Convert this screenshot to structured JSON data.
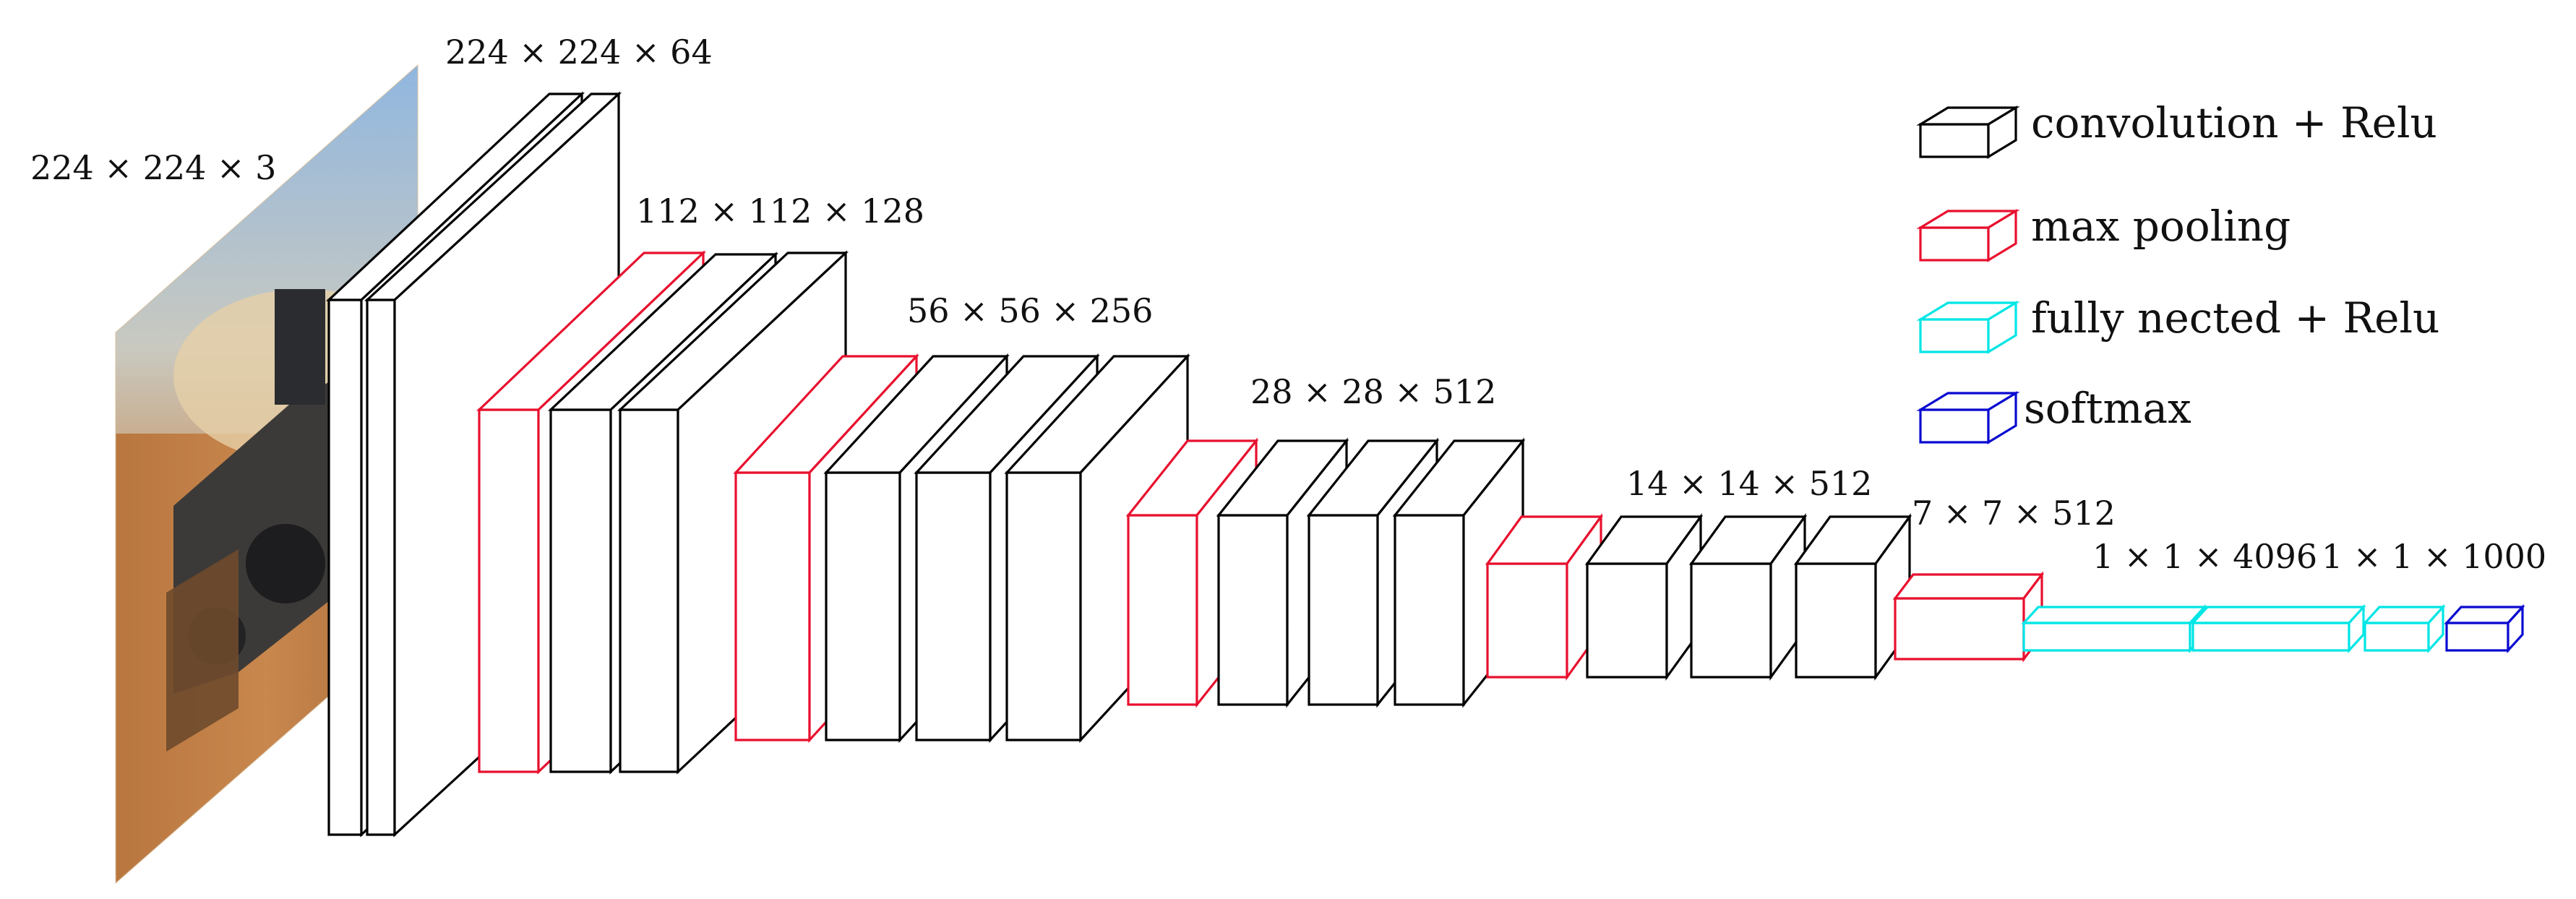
{
  "colors": {
    "conv": "#000000",
    "pool": "#e8102e",
    "fc": "#00e5e5",
    "softmax": "#0a0ad0",
    "background": "#ffffff"
  },
  "input_image": {
    "label": "224 × 224 × 3",
    "icon": "field-tractor-photo-icon"
  },
  "stage_labels": [
    "224 × 224 × 64",
    "112 × 112 × 128",
    "56 × 56 × 256",
    "28 × 28 × 512",
    "14 × 14 × 512",
    "7 × 7 × 512",
    "1 × 1 × 4096",
    "1 × 1 × 1000"
  ],
  "layers": [
    {
      "type": "conv"
    },
    {
      "type": "conv"
    },
    {
      "type": "pool"
    },
    {
      "type": "conv"
    },
    {
      "type": "conv"
    },
    {
      "type": "pool"
    },
    {
      "type": "conv"
    },
    {
      "type": "conv"
    },
    {
      "type": "conv"
    },
    {
      "type": "pool"
    },
    {
      "type": "conv"
    },
    {
      "type": "conv"
    },
    {
      "type": "conv"
    },
    {
      "type": "pool"
    },
    {
      "type": "conv"
    },
    {
      "type": "conv"
    },
    {
      "type": "conv"
    },
    {
      "type": "pool"
    },
    {
      "type": "fc"
    },
    {
      "type": "fc"
    },
    {
      "type": "fc"
    },
    {
      "type": "softmax"
    }
  ],
  "legend": [
    {
      "type": "conv",
      "label": "convolution + Relu"
    },
    {
      "type": "pool",
      "label": "max pooling"
    },
    {
      "type": "fc",
      "label": "fully nected + Relu"
    },
    {
      "type": "softmax",
      "label": "softmax"
    }
  ]
}
